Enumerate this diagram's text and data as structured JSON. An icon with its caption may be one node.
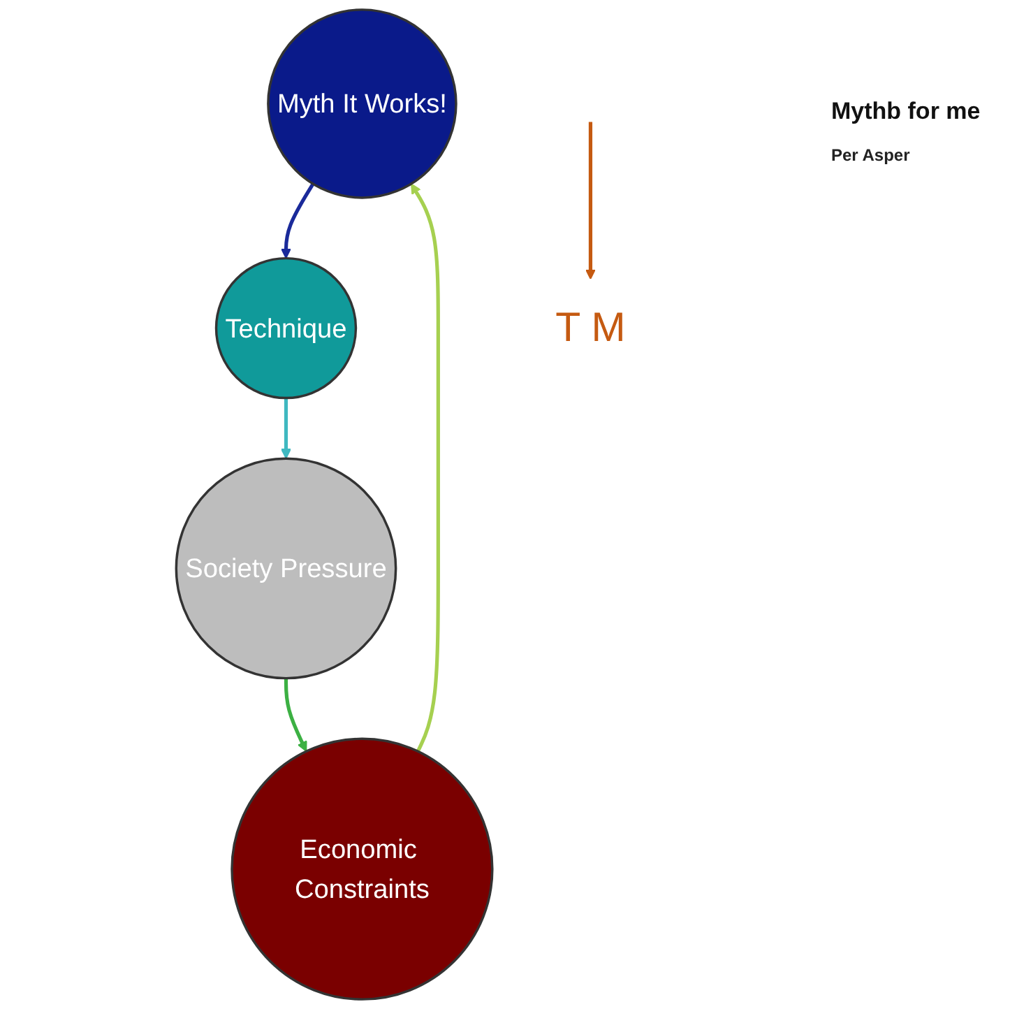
{
  "diagram": {
    "nodes": [
      {
        "text": [
          "Myth It Works!"
        ]
      },
      {
        "text": [
          "Technique"
        ]
      },
      {
        "text": [
          "Society Pressure"
        ]
      },
      {
        "text": [
          "Economic Constraints"
        ]
      },
      {
        "text": [
          "T M"
        ]
      }
    ],
    "edges": [
      {
        "from": 0,
        "to": 1,
        "arrow": "to",
        "color": "#1a2a9a"
      },
      {
        "from": 1,
        "to": 2,
        "arrow": "to",
        "color": "#3fb8c0"
      },
      {
        "from": 2,
        "to": 3,
        "arrow": "to",
        "color": "#3cb043"
      },
      {
        "from": 3,
        "to": 0,
        "arrow": "to",
        "color": "#a6d050"
      },
      {
        "from": null,
        "to": 4,
        "arrow": "to",
        "color": "#c55a11"
      }
    ],
    "labels": [
      "Mythb for me",
      "Per Asper"
    ]
  }
}
